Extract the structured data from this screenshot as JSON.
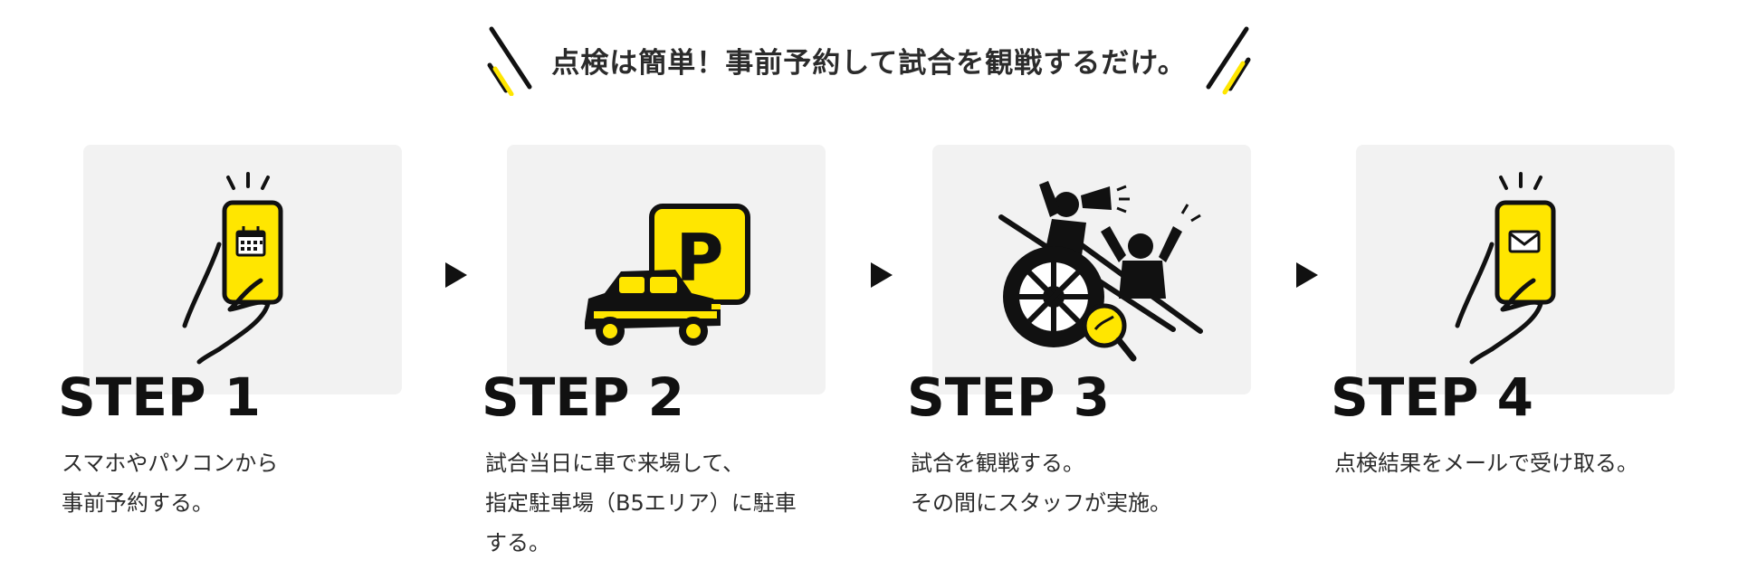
{
  "headline": "点検は簡単！事前予約して試合を観戦するだけ。",
  "colors": {
    "accent_yellow": "#ffe600",
    "ink": "#111111",
    "card_bg": "#f2f2f2"
  },
  "steps": [
    {
      "title": "STEP 1",
      "icon": "phone-calendar-icon",
      "desc": [
        "スマホやパソコンから",
        "事前予約する。"
      ]
    },
    {
      "title": "STEP 2",
      "icon": "car-parking-icon",
      "parking_letter": "P",
      "desc": [
        "試合当日に車で来場して、",
        "指定駐車場（B5エリア）に駐車",
        "する。"
      ]
    },
    {
      "title": "STEP 3",
      "icon": "tire-inspection-cheering-icon",
      "desc": [
        "試合を観戦する。",
        "その間にスタッフが実施。"
      ]
    },
    {
      "title": "STEP 4",
      "icon": "phone-mail-icon",
      "desc": [
        "点検結果をメールで受け取る。"
      ]
    }
  ]
}
